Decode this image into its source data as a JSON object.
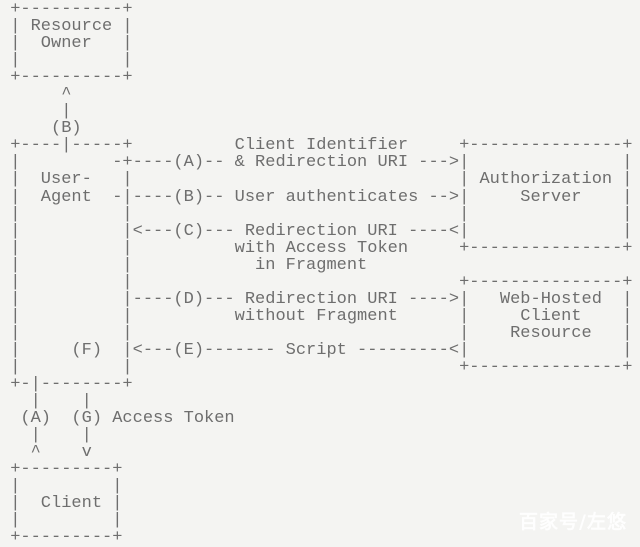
{
  "colors": {
    "background": "#f4f4f2",
    "diagram_text": "#6e6e6e",
    "watermark_text": "#fdfdfb"
  },
  "diagram": {
    "type": "ascii-flow-diagram",
    "nodes": [
      "Resource Owner",
      "User-Agent",
      "Authorization Server",
      "Web-Hosted Client Resource",
      "Client"
    ],
    "steps": [
      {
        "id": "(A)",
        "label": "Client Identifier & Redirection URI"
      },
      {
        "id": "(B)",
        "label": "User authenticates"
      },
      {
        "id": "(C)",
        "label": "Redirection URI with Access Token in Fragment"
      },
      {
        "id": "(D)",
        "label": "Redirection URI without Fragment"
      },
      {
        "id": "(E)",
        "label": "Script"
      },
      {
        "id": "(F)",
        "label": ""
      },
      {
        "id": "(G)",
        "label": "Access Token"
      }
    ],
    "lines": [
      " +----------+",
      " | Resource |",
      " |  Owner   |",
      " |          |",
      " +----------+",
      "      ^",
      "      |",
      "     (B)",
      " +----|-----+          Client Identifier     +---------------+",
      " |         -+----(A)-- & Redirection URI --->|               |",
      " |  User-   |                                | Authorization |",
      " |  Agent  -|----(B)-- User authenticates -->|     Server    |",
      " |          |                                |               |",
      " |          |<---(C)--- Redirection URI ----<|               |",
      " |          |          with Access Token     +---------------+",
      " |          |            in Fragment",
      " |          |                                +---------------+",
      " |          |----(D)--- Redirection URI ---->|   Web-Hosted  |",
      " |          |          without Fragment      |     Client    |",
      " |          |                                |    Resource   |",
      " |     (F)  |<---(E)------- Script ---------<|               |",
      " |          |                                +---------------+",
      " +-|--------+",
      "   |    |",
      "  (A)  (G) Access Token",
      "   |    |",
      "   ^    v",
      " +---------+",
      " |         |",
      " |  Client |",
      " |         |",
      " +---------+"
    ]
  },
  "watermark": {
    "text": "百家号/左悠"
  }
}
